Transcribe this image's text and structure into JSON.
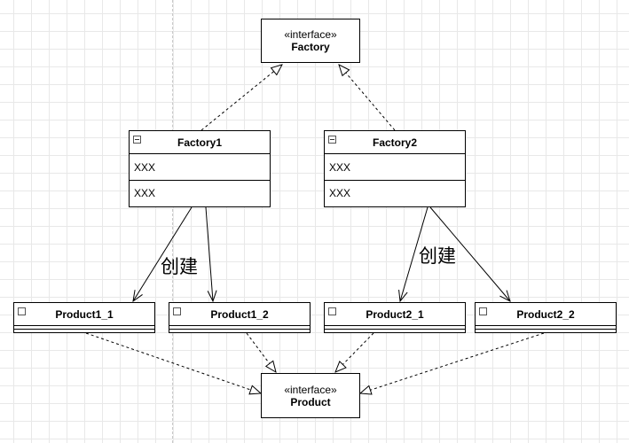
{
  "diagram": {
    "factory_interface": {
      "stereotype": "«interface»",
      "name": "Factory"
    },
    "product_interface": {
      "stereotype": "«interface»",
      "name": "Product"
    },
    "factories": [
      {
        "name": "Factory1",
        "attributes": "XXX",
        "operations": "XXX"
      },
      {
        "name": "Factory2",
        "attributes": "XXX",
        "operations": "XXX"
      }
    ],
    "products": [
      {
        "name": "Product1_1"
      },
      {
        "name": "Product1_2"
      },
      {
        "name": "Product2_1"
      },
      {
        "name": "Product2_2"
      }
    ],
    "edge_labels": [
      "创建",
      "创建"
    ]
  }
}
